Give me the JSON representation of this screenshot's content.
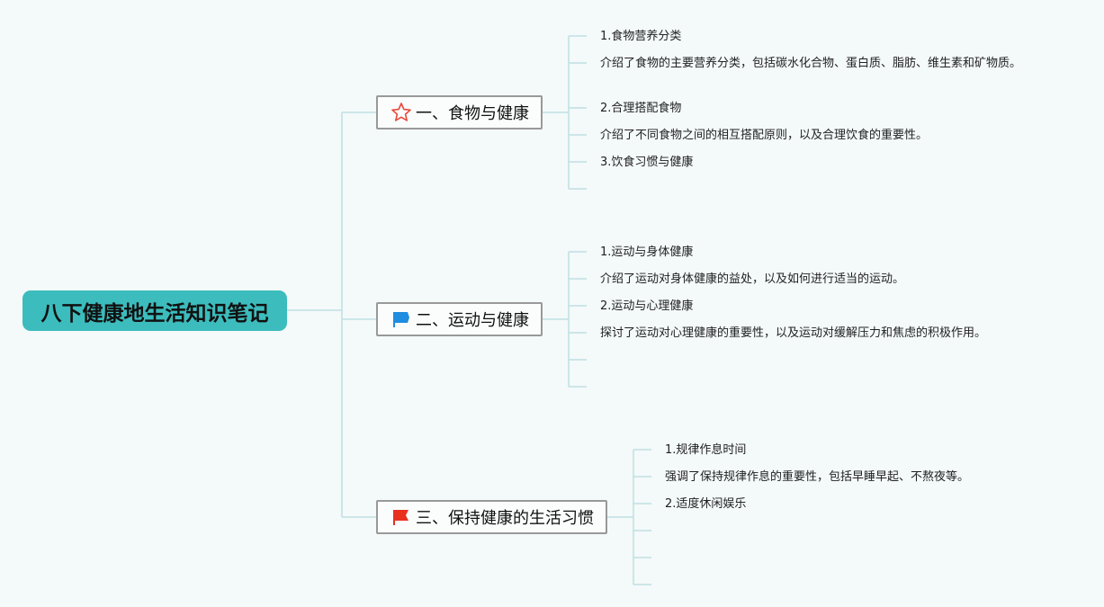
{
  "root": {
    "title": "八下健康地生活知识笔记"
  },
  "branches": [
    {
      "label": "一、食物与健康",
      "icon": "star-icon",
      "icon_color": "#e8483a",
      "items": [
        "1.食物营养分类",
        "介绍了食物的主要营养分类，包括碳水化合物、蛋白质、脂肪、维生素和矿物质。",
        "2.合理搭配食物",
        "介绍了不同食物之间的相互搭配原则，以及合理饮食的重要性。",
        "3.饮食习惯与健康"
      ]
    },
    {
      "label": "二、运动与健康",
      "icon": "blue-flag-icon",
      "icon_color": "#1f8de0",
      "items": [
        "1.运动与身体健康",
        "介绍了运动对身体健康的益处，以及如何进行适当的运动。",
        "2.运动与心理健康",
        "探讨了运动对心理健康的重要性，以及运动对缓解压力和焦虑的积极作用。"
      ]
    },
    {
      "label": "三、保持健康的生活习惯",
      "icon": "red-flag-icon",
      "icon_color": "#e8301e",
      "items": [
        "1.规律作息时间",
        "强调了保持规律作息的重要性，包括早睡早起、不熬夜等。",
        "2.适度休闲娱乐"
      ]
    }
  ],
  "colors": {
    "root_fill": "#3cbcbd",
    "connector": "#bfe0e2",
    "branch_border": "#999999"
  }
}
